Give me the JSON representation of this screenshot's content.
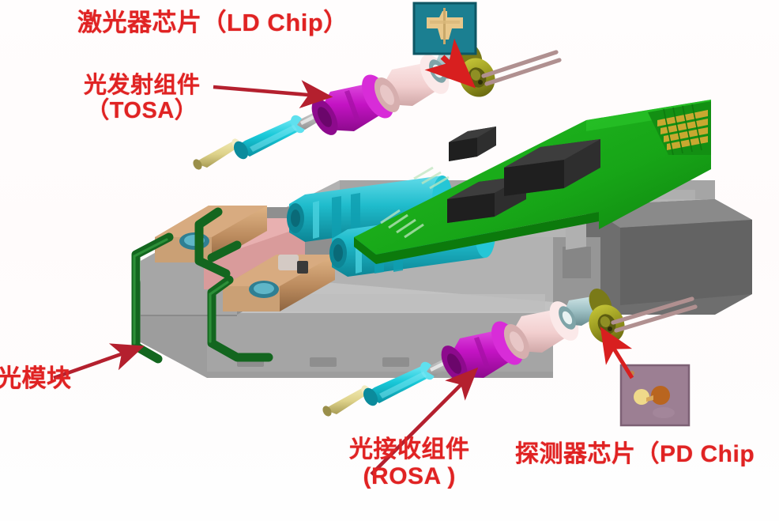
{
  "figure": {
    "title": "Optical transceiver module exploded view",
    "background_color": "#fffdfd",
    "label_color": "#e02323",
    "arrow_color": "#b4202e",
    "arrow_color_bright": "#d81f1f"
  },
  "labels": {
    "ld_chip": {
      "line1": "激光器芯片（LD Chip）"
    },
    "tosa": {
      "line1": "光发射组件",
      "line2": "（TOSA）"
    },
    "module": {
      "line1": "光模块"
    },
    "rosa": {
      "line1": "光接收组件",
      "line2": "(ROSA )"
    },
    "pd_chip": {
      "line1": "探测器芯片（PD Chip"
    }
  },
  "insets": {
    "ld_chip": {
      "name": "ld-chip-die",
      "substrate_color": "#1b7f91",
      "metal_color": "#e8c78a",
      "border_color": "#0e5664"
    },
    "pd_chip": {
      "name": "pd-chip-die",
      "substrate_color": "#9c7f93",
      "pad_color": "#efd98a",
      "active_color": "#b9651f",
      "border_color": "#7d6175"
    }
  },
  "parts": {
    "tosa_chain": [
      {
        "name": "fiber-ferrule",
        "color": "#ded28a"
      },
      {
        "name": "fiber-boot",
        "color": "#18c8d8"
      },
      {
        "name": "alignment-pin",
        "color": "#c8c8c8"
      },
      {
        "name": "laser-barrel",
        "color": "#c413c4"
      },
      {
        "name": "optical-sleeve",
        "color": "#f2cfcf"
      },
      {
        "name": "lens-cap",
        "color": "#9dc0c4"
      },
      {
        "name": "to-can-header",
        "color": "#9a9a20"
      },
      {
        "name": "header-leads",
        "color": "#b09090"
      }
    ],
    "rosa_chain": [
      {
        "name": "fiber-ferrule",
        "color": "#ded28a"
      },
      {
        "name": "fiber-boot",
        "color": "#18c8d8"
      },
      {
        "name": "alignment-pin",
        "color": "#c8c8c8"
      },
      {
        "name": "detector-barrel",
        "color": "#c413c4"
      },
      {
        "name": "optical-sleeve",
        "color": "#f2cfcf"
      },
      {
        "name": "lens-cap",
        "color": "#9dc0c4"
      },
      {
        "name": "to-can-header",
        "color": "#9a9a20"
      },
      {
        "name": "header-leads",
        "color": "#b09090"
      }
    ],
    "pcb": {
      "name": "circuit-board",
      "color": "#17a517",
      "ic_color": "#2e2e2e",
      "gold_finger_color": "#c8a830",
      "ic_count": 3,
      "gold_finger_count": 10
    },
    "housing": {
      "name": "metal-housing",
      "color": "#a8a8a8",
      "dark_color": "#6e6e6e",
      "latch_wire_color": "#13661f",
      "copper_block_color": "#bb8b5e",
      "label_panel_color": "#d99b9b"
    },
    "receptacles": {
      "name": "optical-receptacles",
      "color": "#1fbccc",
      "count": 2
    }
  }
}
